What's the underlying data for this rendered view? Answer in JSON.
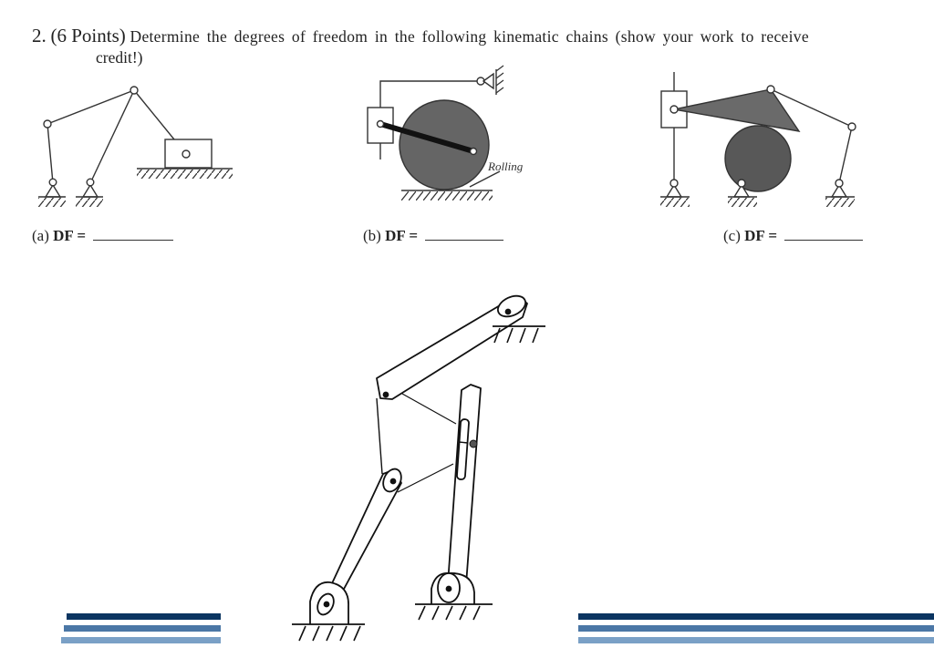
{
  "question": {
    "number": "2.",
    "points": "(6 Points)",
    "prompt": "Determine the degrees of freedom in the following kinematic chains (show your work to receive",
    "prompt_cont": "credit!)"
  },
  "figures": [
    {
      "id": "a",
      "label": "(a)",
      "df_label": "DF =",
      "answer": ""
    },
    {
      "id": "b",
      "label": "(b)",
      "df_label": "DF =",
      "answer": "",
      "annotation": "Rolling"
    },
    {
      "id": "c",
      "label": "(c)",
      "df_label": "DF =",
      "answer": ""
    }
  ],
  "footer_bars": {
    "colors": [
      "#0b3561",
      "#4b77a6",
      "#7aa0c6"
    ]
  }
}
